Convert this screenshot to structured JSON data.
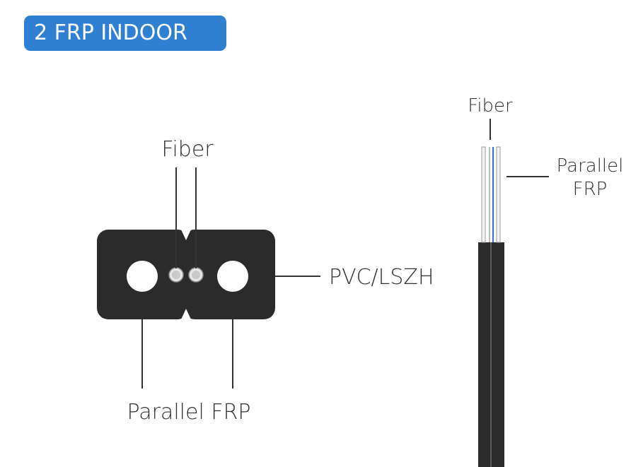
{
  "title": "2 FRP INDOOR",
  "colors": {
    "badge": "#2f7fd3",
    "jacket": "#2b2b2b",
    "fiber_blue": "#3a6fd6",
    "leader": "#333333"
  },
  "cross_section": {
    "label_fiber": "Fiber",
    "label_jacket": "PVC/LSZH",
    "label_frp": "Parallel FRP"
  },
  "side_view": {
    "label_fiber": "Fiber",
    "label_frp_line1": "Parallel",
    "label_frp_line2": "FRP"
  }
}
